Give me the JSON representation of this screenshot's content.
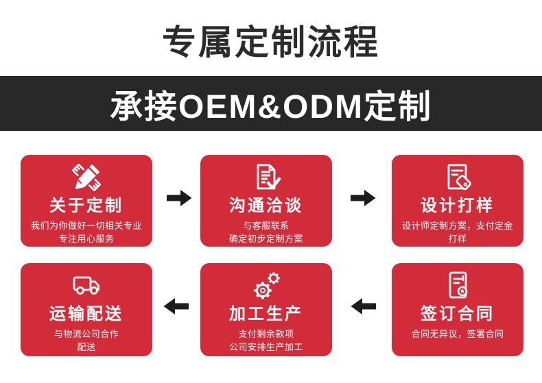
{
  "page": {
    "title": "专属定制流程",
    "banner": "承接OEM&ODM定制"
  },
  "colors": {
    "card_red": "#d22c3b",
    "banner_black": "#282828",
    "title_black": "#2b2b2b",
    "arrow_black": "#1d1d1e",
    "card_text": "#ffffff"
  },
  "steps": [
    {
      "icon": "pencil-design-icon",
      "title": "关于定制",
      "desc_lines": [
        "我们为你做好一切相关专业",
        "专注用心服务"
      ]
    },
    {
      "icon": "document-check-icon",
      "title": "沟通洽谈",
      "desc_lines": [
        "与客服联系",
        "确定初步定制方案"
      ]
    },
    {
      "icon": "document-tag-icon",
      "title": "设计打样",
      "desc_lines": [
        "设计师定制方案，支付定金",
        "打样"
      ]
    },
    {
      "icon": "contract-seal-icon",
      "title": "签订合同",
      "desc_lines": [
        "合同无异议，签署合同"
      ]
    },
    {
      "icon": "gears-icon",
      "title": "加工生产",
      "desc_lines": [
        "支付剩余款项",
        "公司安排生产加工"
      ]
    },
    {
      "icon": "truck-icon",
      "title": "运输配送",
      "desc_lines": [
        "与物流公司合作",
        "配送"
      ]
    }
  ],
  "arrows": [
    {
      "icon": "arrow-right-icon",
      "direction": "right",
      "between": [
        "关于定制",
        "沟通洽谈"
      ]
    },
    {
      "icon": "arrow-right-icon",
      "direction": "right",
      "between": [
        "沟通洽谈",
        "设计打样"
      ]
    },
    {
      "icon": "arrow-left-icon",
      "direction": "left",
      "between": [
        "签订合同",
        "加工生产"
      ]
    },
    {
      "icon": "arrow-left-icon",
      "direction": "left",
      "between": [
        "加工生产",
        "运输配送"
      ]
    }
  ]
}
